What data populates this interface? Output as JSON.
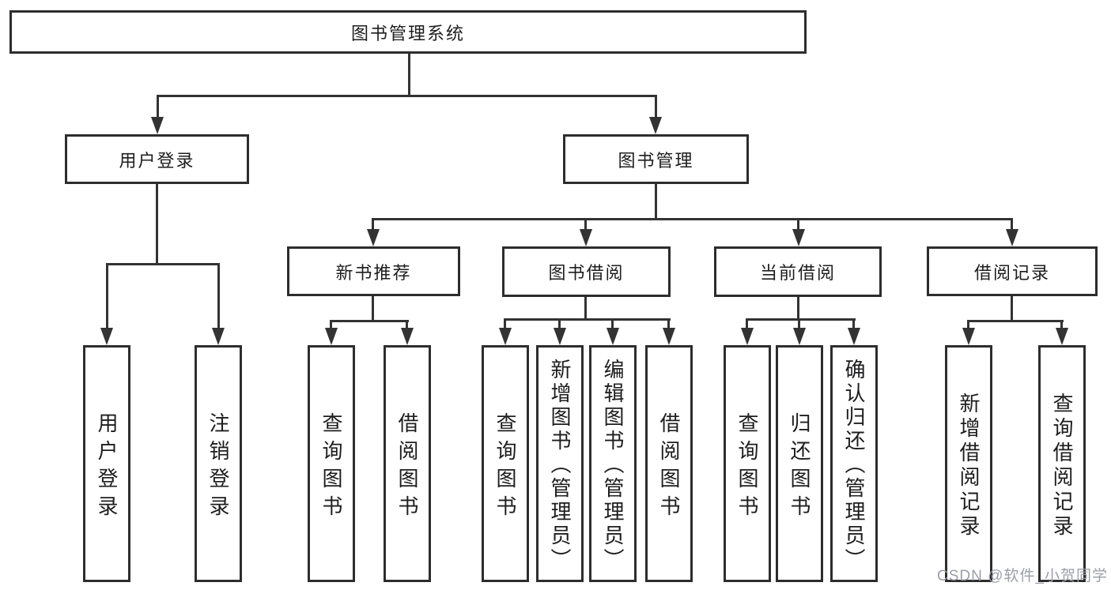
{
  "diagram": {
    "root_label": "图书管理系统",
    "level1": [
      "用户登录",
      "图书管理"
    ],
    "level2": [
      "新书推荐",
      "图书借阅",
      "当前借阅",
      "借阅记录"
    ],
    "leaves_user_login": [
      "用户登录",
      "注销登录"
    ],
    "leaves_new_book": [
      "查询图书",
      "借阅图书"
    ],
    "leaves_book_borrow": [
      "查询图书",
      "新增图书（管理员）",
      "编辑图书（管理员）",
      "借阅图书"
    ],
    "leaves_current_borrow": [
      "查询图书",
      "归还图书",
      "确认归还（管理员）"
    ],
    "leaves_borrow_records": [
      "新增借阅记录",
      "查询借阅记录"
    ],
    "colors": {
      "line": "#333333",
      "box_border": "#2d2d2d",
      "text": "#1d1d1f",
      "watermark": "#9b9ea8",
      "background": "#ffffff"
    }
  },
  "watermark": {
    "text": "CSDN @软件_小贺同学"
  }
}
